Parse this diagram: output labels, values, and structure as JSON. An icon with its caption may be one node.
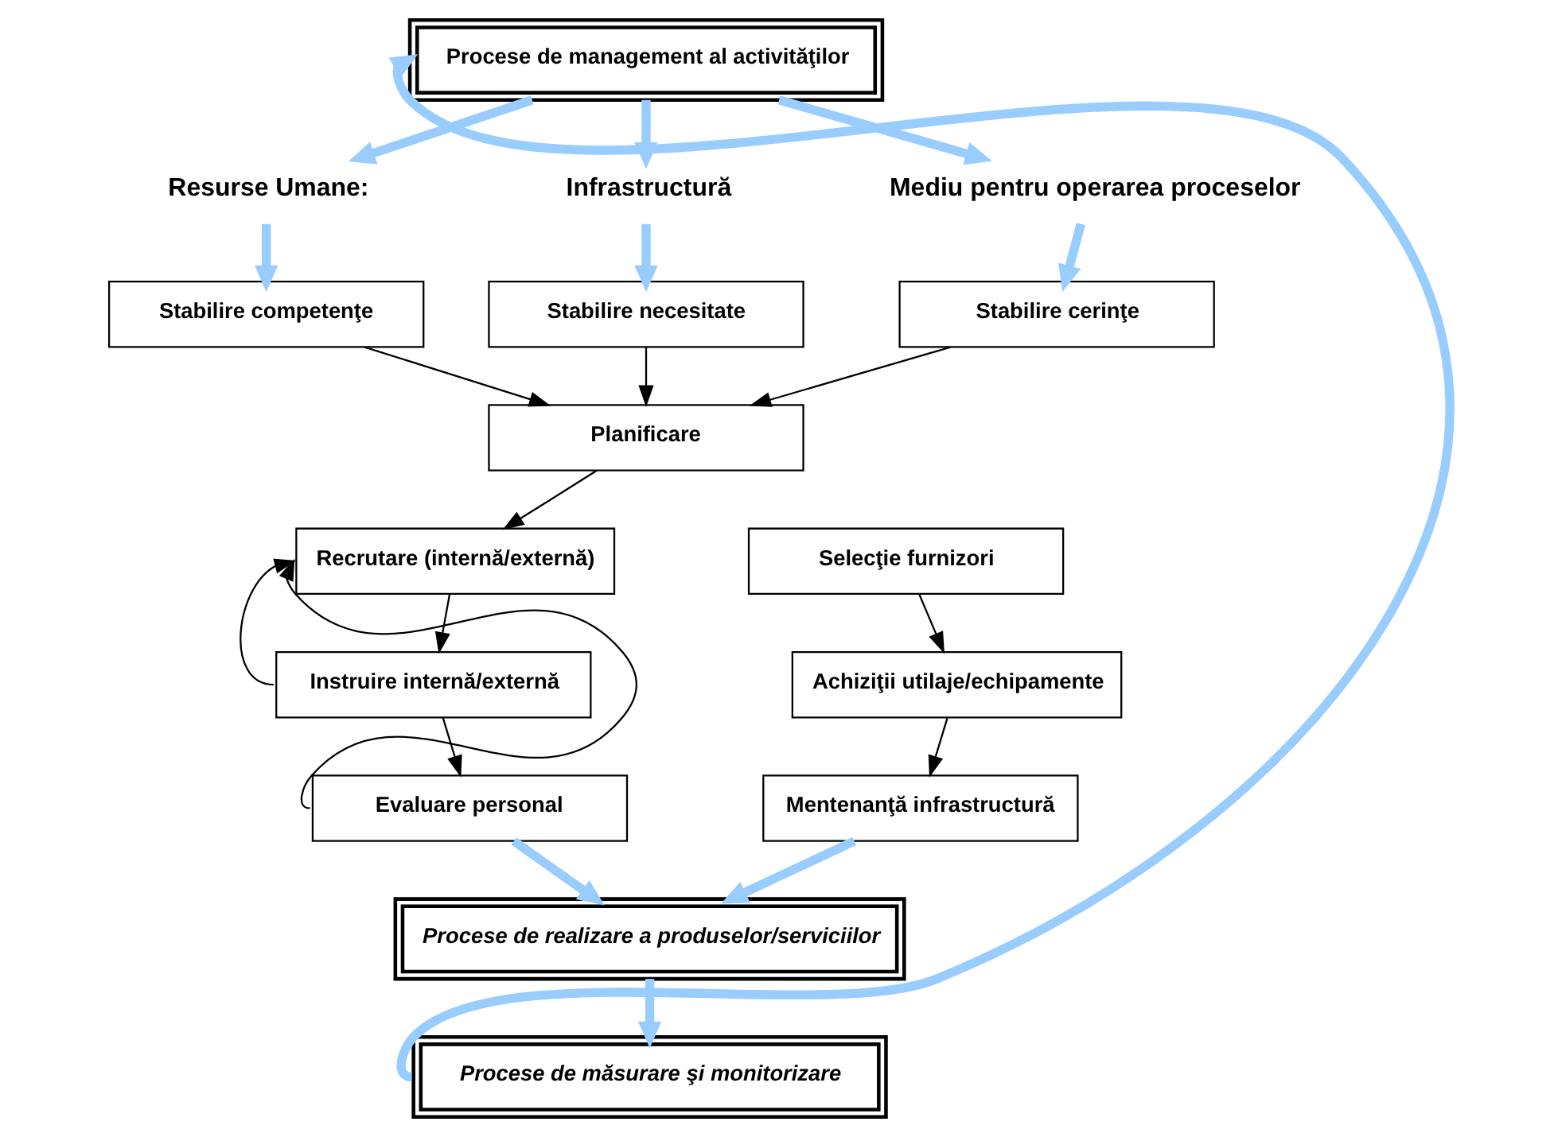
{
  "diagram": {
    "nodes": [
      {
        "text": [
          "Procese de management al activităţilor"
        ]
      },
      {
        "text": [
          "Resurse Umane:"
        ]
      },
      {
        "text": [
          "Infrastructură"
        ]
      },
      {
        "text": [
          "Mediu pentru operarea proceselor"
        ]
      },
      {
        "text": [
          "Stabilire competenţe"
        ]
      },
      {
        "text": [
          "Stabilire necesitate"
        ]
      },
      {
        "text": [
          "Stabilire cerinţe"
        ]
      },
      {
        "text": [
          "Planificare"
        ]
      },
      {
        "text": [
          "Recrutare (internă/externă)"
        ]
      },
      {
        "text": [
          "Instruire internă/externă"
        ]
      },
      {
        "text": [
          "Evaluare personal"
        ]
      },
      {
        "text": [
          "Selecţie furnizori"
        ]
      },
      {
        "text": [
          "Achiziţii utilaje/echipamente"
        ]
      },
      {
        "text": [
          "Mentenanţă infrastructură"
        ]
      },
      {
        "text": [
          "Procese de realizare a produselor/serviciilor"
        ]
      },
      {
        "text": [
          "Procese de măsurare şi monitorizare"
        ]
      }
    ],
    "edges": [
      {
        "from": 0,
        "to": 1,
        "arrow": "to",
        "style": "thick",
        "color": "#99ccff"
      },
      {
        "from": 0,
        "to": 2,
        "arrow": "to",
        "style": "thick",
        "color": "#99ccff"
      },
      {
        "from": 0,
        "to": 3,
        "arrow": "to",
        "style": "thick",
        "color": "#99ccff"
      },
      {
        "from": 1,
        "to": 4,
        "arrow": "to",
        "style": "thick",
        "color": "#99ccff"
      },
      {
        "from": 2,
        "to": 5,
        "arrow": "to",
        "style": "thick",
        "color": "#99ccff"
      },
      {
        "from": 3,
        "to": 6,
        "arrow": "to",
        "style": "thick",
        "color": "#99ccff"
      },
      {
        "from": 4,
        "to": 7,
        "arrow": "to",
        "color": "#000000"
      },
      {
        "from": 5,
        "to": 7,
        "arrow": "to",
        "color": "#000000"
      },
      {
        "from": 6,
        "to": 7,
        "arrow": "to",
        "color": "#000000"
      },
      {
        "from": 7,
        "to": 8,
        "arrow": "to",
        "color": "#000000"
      },
      {
        "from": 8,
        "to": 9,
        "arrow": "to",
        "color": "#000000"
      },
      {
        "from": 9,
        "to": 10,
        "arrow": "to",
        "color": "#000000"
      },
      {
        "from": 9,
        "to": 8,
        "arrow": "to",
        "color": "#000000"
      },
      {
        "from": 10,
        "to": 8,
        "arrow": "to",
        "color": "#000000"
      },
      {
        "from": 11,
        "to": 12,
        "arrow": "to",
        "color": "#000000"
      },
      {
        "from": 12,
        "to": 13,
        "arrow": "to",
        "color": "#000000"
      },
      {
        "from": 10,
        "to": 14,
        "arrow": "to",
        "style": "thick",
        "color": "#99ccff"
      },
      {
        "from": 13,
        "to": 14,
        "arrow": "to",
        "style": "thick",
        "color": "#99ccff"
      },
      {
        "from": 14,
        "to": 15,
        "arrow": "to",
        "style": "thick",
        "color": "#99ccff"
      },
      {
        "from": 15,
        "to": 0,
        "arrow": "to",
        "style": "thick",
        "color": "#99ccff"
      }
    ]
  }
}
